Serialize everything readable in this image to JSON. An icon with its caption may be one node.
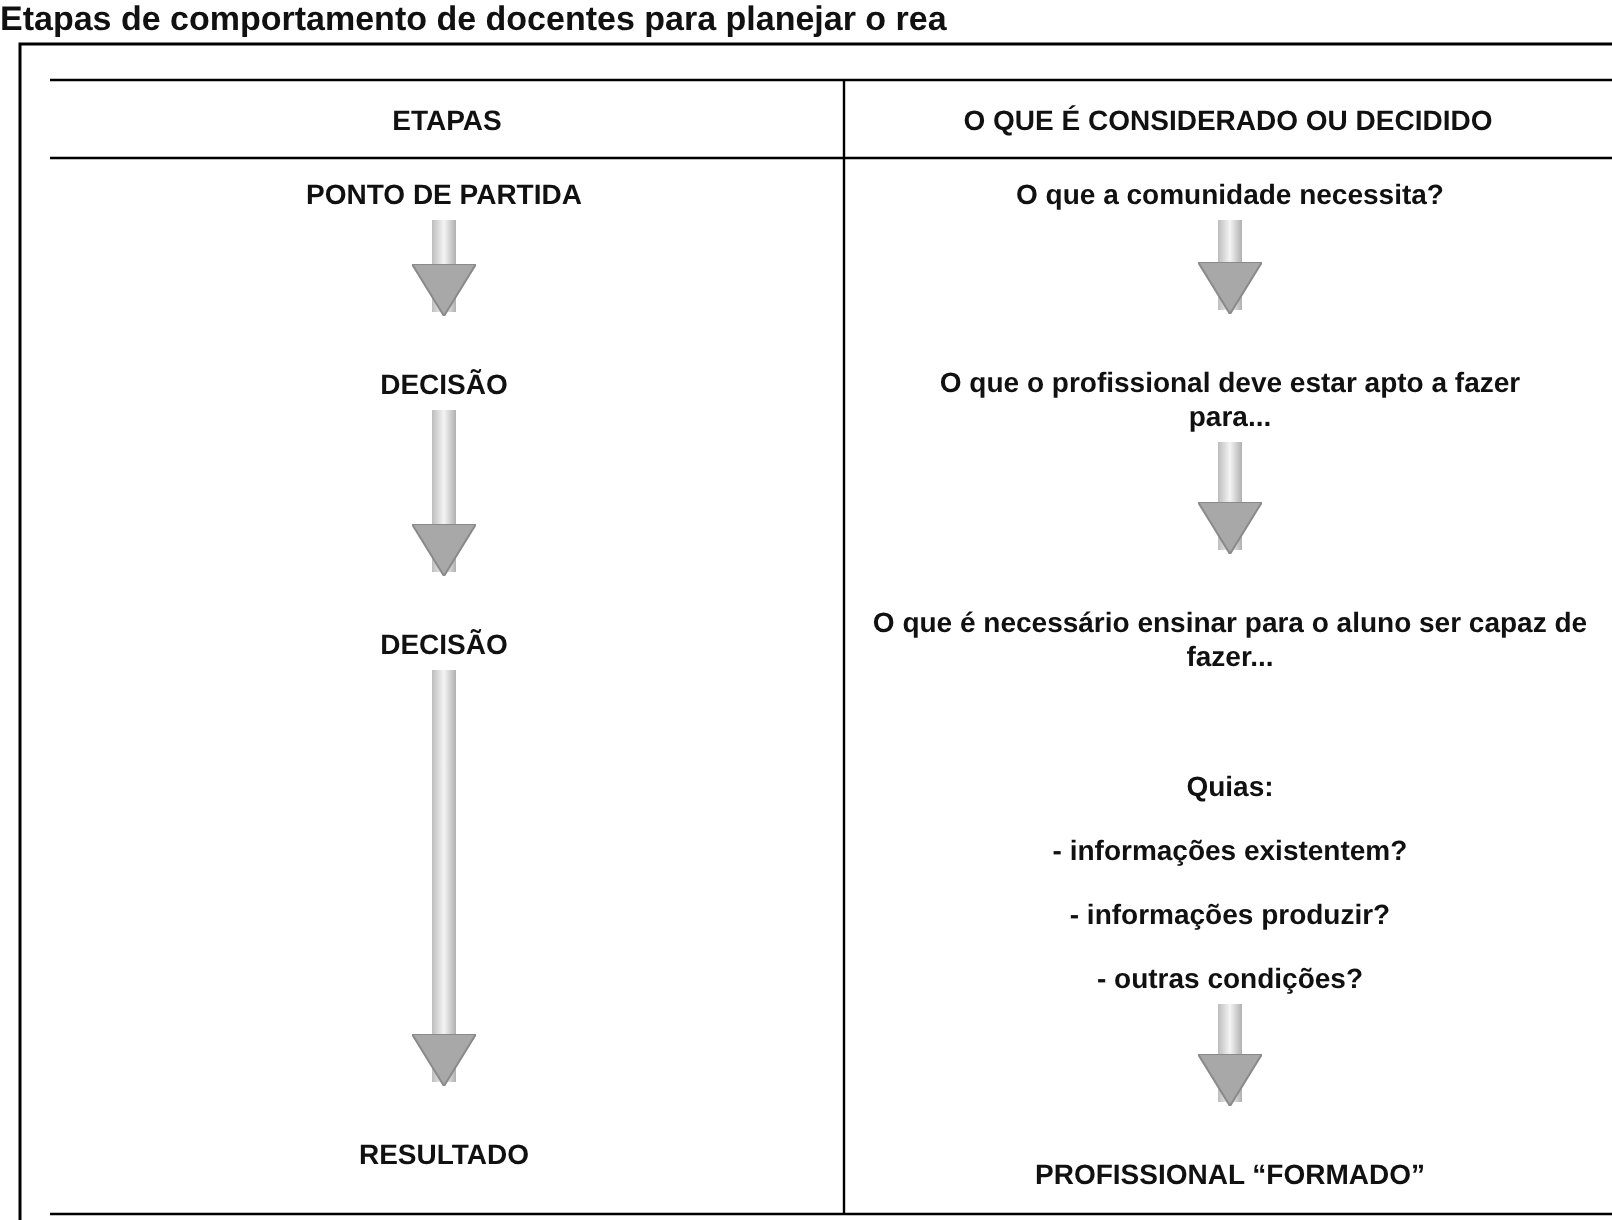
{
  "diagram": {
    "title": "Etapas de comportamento de docentes para planejar o rea",
    "nodes": [
      {
        "text": [
          "PONTO DE PARTIDA"
        ]
      },
      {
        "text": [
          "DECISÃO"
        ]
      },
      {
        "text": [
          "DECISÃO"
        ]
      },
      {
        "text": [
          "RESULTADO"
        ]
      },
      {
        "text": [
          "O que a comunidade necessita?"
        ]
      },
      {
        "text": [
          "O que o profissional deve estar apto a fazer para..."
        ]
      },
      {
        "text": [
          "O que é necessário ensinar para o aluno ser capaz de fazer..."
        ]
      },
      {
        "text": [
          "Quias:",
          "- informações existentem?",
          "- informações produzir?",
          "- outras condições?"
        ]
      },
      {
        "text": [
          "PROFISSIONAL “FORMADO”"
        ]
      }
    ],
    "edges": [
      {
        "from": 0,
        "to": 1,
        "arrow": "to"
      },
      {
        "from": 1,
        "to": 2,
        "arrow": "to"
      },
      {
        "from": 2,
        "to": 3,
        "arrow": "to"
      },
      {
        "from": 4,
        "to": 5,
        "arrow": "to"
      },
      {
        "from": 5,
        "to": 6,
        "arrow": "to"
      },
      {
        "from": 7,
        "to": 8,
        "arrow": "to"
      }
    ],
    "labels": [
      "ETAPAS",
      "O QUE É CONSIDERADO OU DECIDIDO"
    ]
  }
}
